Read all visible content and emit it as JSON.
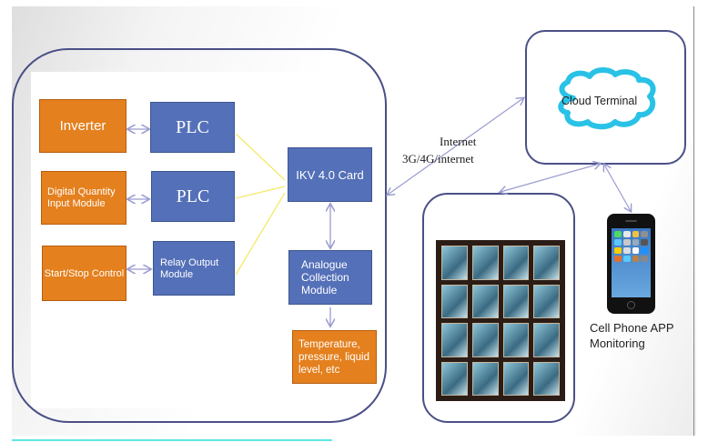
{
  "diagram": {
    "local_system": {
      "left_column": [
        {
          "id": "inverter",
          "label": "Inverter"
        },
        {
          "id": "digital-input",
          "label": "Digital Quantity Input Module"
        },
        {
          "id": "start-stop",
          "label": "Start/Stop Control"
        }
      ],
      "middle_column": [
        {
          "id": "plc-1",
          "label": "PLC"
        },
        {
          "id": "plc-2",
          "label": "PLC"
        },
        {
          "id": "relay-output",
          "label": "Relay Output Module"
        }
      ],
      "ikv_card": {
        "label": "IKV 4.0 Card"
      },
      "analogue_module": {
        "label": "Analogue Collection Module"
      },
      "sensors": {
        "label": "Temperature, pressure, liquid level, etc"
      }
    },
    "network": {
      "label_line1": "Internet",
      "label_line2": "3G/4G/internet"
    },
    "cloud": {
      "label": "Cloud Terminal",
      "icon": "cloud-icon"
    },
    "monitoring_wall": {
      "icon": "video-wall-image",
      "screens": 16
    },
    "phone": {
      "label_line1": "Cell Phone APP",
      "label_line2": "Monitoring",
      "icon": "smartphone-icon"
    },
    "colors": {
      "orange_block": "#e4801e",
      "blue_block": "#5470b8",
      "container_border": "#4b4f86",
      "connector_yellow": "#f5e96a",
      "arrow_lavender": "#9a9cd0",
      "cloud_cyan": "#29c2e6"
    }
  }
}
